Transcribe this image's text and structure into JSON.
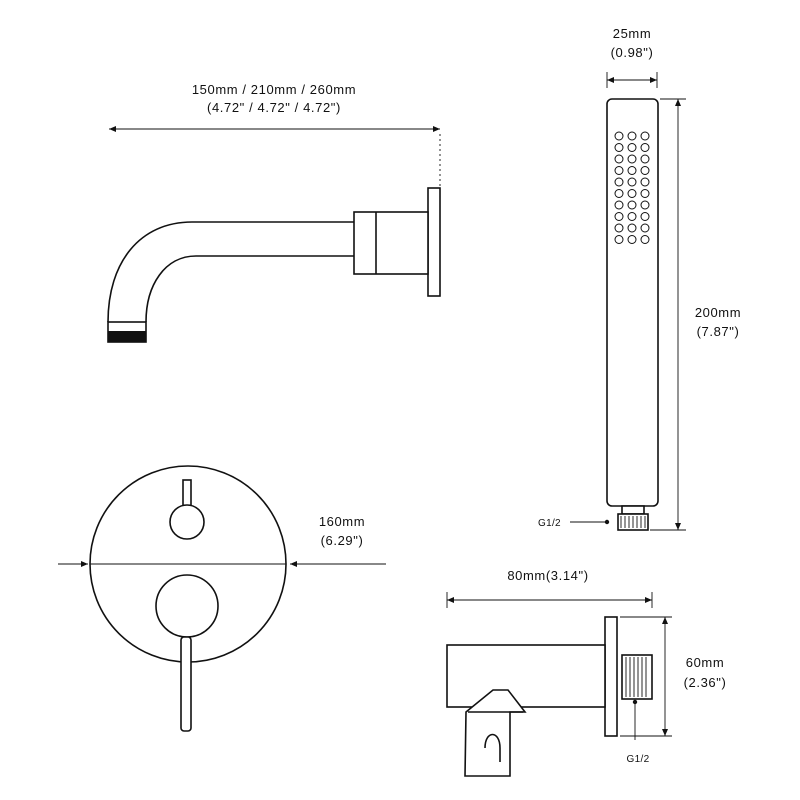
{
  "spout": {
    "dim_mm": "150mm / 210mm / 260mm",
    "dim_in": "(4.72\" / 4.72\" / 4.72\")"
  },
  "handshower": {
    "width_mm": "25mm",
    "width_in": "(0.98\")",
    "height_mm": "200mm",
    "height_in": "(7.87\")",
    "thread": "G1/2"
  },
  "valve_plate": {
    "dia_mm": "160mm",
    "dia_in": "(6.29\")"
  },
  "holder": {
    "depth_mm_in": "80mm(3.14\")",
    "height_mm": "60mm",
    "height_in": "(2.36\")",
    "thread": "G1/2"
  },
  "colors": {
    "line": "#111111",
    "background": "#ffffff"
  }
}
